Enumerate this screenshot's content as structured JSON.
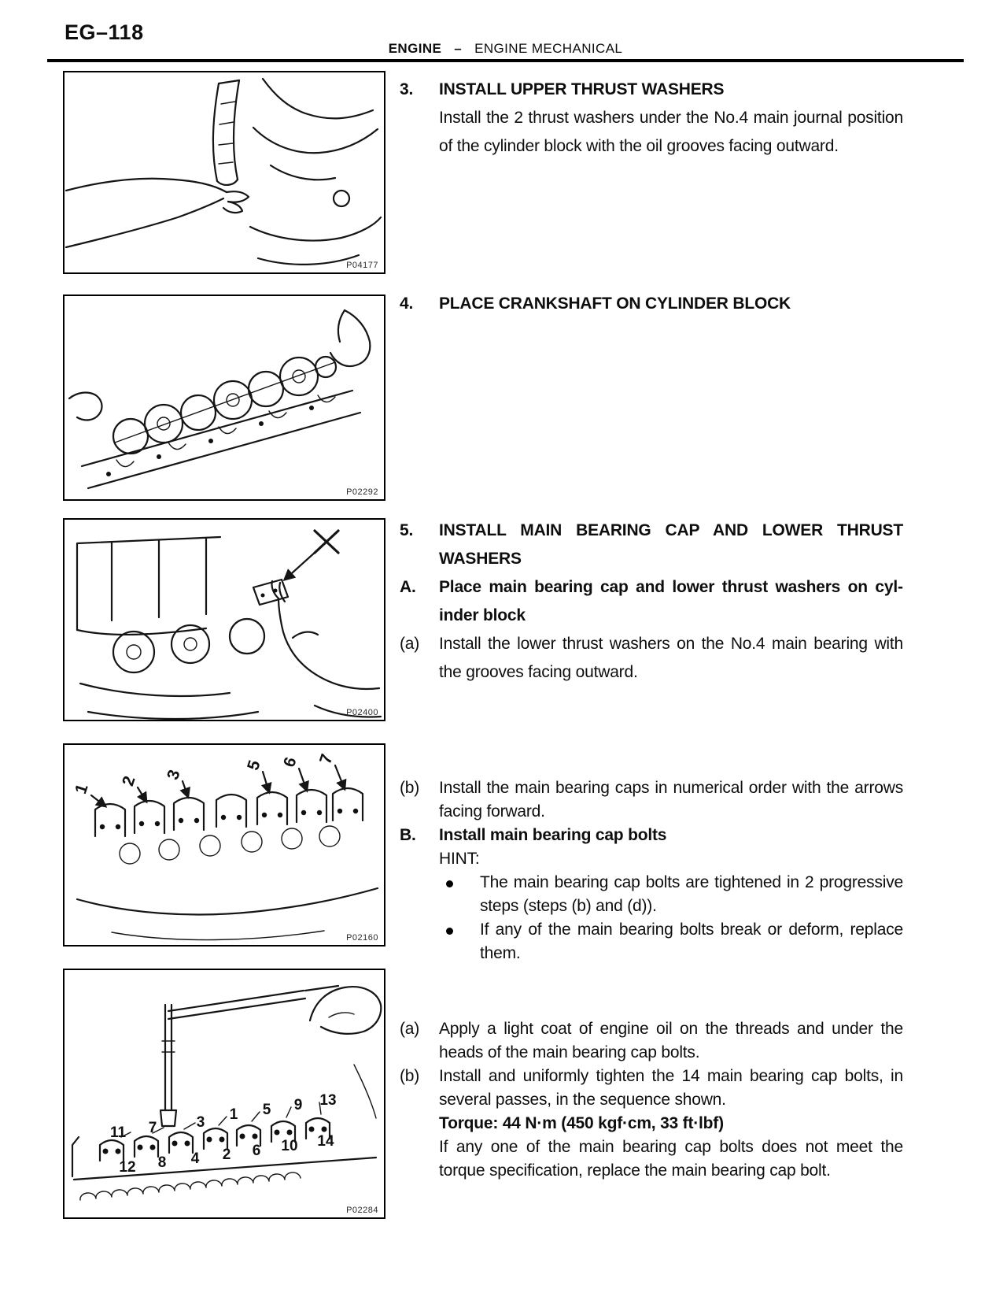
{
  "page": {
    "number": "EG–118",
    "header": {
      "section": "ENGINE",
      "separator": "–",
      "subsection": "ENGINE MECHANICAL"
    }
  },
  "figures": {
    "fig1": {
      "code": "P04177"
    },
    "fig2": {
      "code": "P02292"
    },
    "fig3": {
      "code": "P02400"
    },
    "fig4": {
      "code": "P02160",
      "cap_numbers": [
        "1",
        "2",
        "3",
        "5",
        "6",
        "7"
      ]
    },
    "fig5": {
      "code": "P02284",
      "sequence_top": [
        "11",
        "7",
        "3",
        "1",
        "5",
        "9",
        "13"
      ],
      "sequence_bottom": [
        "12",
        "8",
        "4",
        "2",
        "6",
        "10",
        "14"
      ]
    }
  },
  "content": {
    "step3": {
      "num": "3.",
      "title": "INSTALL UPPER THRUST WASHERS",
      "body": "Install the 2 thrust washers under the No.4 main journal posi­tion of the cylinder block with the oil grooves facing outward."
    },
    "step4": {
      "num": "4.",
      "title": "PLACE CRANKSHAFT ON CYLINDER BLOCK"
    },
    "step5": {
      "num": "5.",
      "title": "INSTALL MAIN BEARING CAP AND LOWER THRUST WASHERS",
      "subA": {
        "num": "A.",
        "title": "Place main bearing cap and lower thrust washers on cyl­inder block"
      },
      "item_a": {
        "num": "(a)",
        "text": "Install the lower thrust washers on the No.4 main bearing with the grooves facing outward."
      },
      "item_b": {
        "num": "(b)",
        "text": "Install the main bearing caps in numerical order with the arrows facing forward."
      },
      "subB": {
        "num": "B.",
        "title": "Install main bearing cap bolts"
      },
      "hint_label": "HINT:",
      "hints": [
        "The main bearing cap bolts are tightened in 2 progressive steps (steps (b) and (d)).",
        "If any of the main bearing bolts break or deform, replace them."
      ],
      "item_a2": {
        "num": "(a)",
        "text": "Apply a light coat of engine oil on the threads and under the heads of the main bearing cap bolts."
      },
      "item_b2": {
        "num": "(b)",
        "text": "Install and uniformly tighten the 14 main bearing cap bolts, in several passes, in the sequence shown."
      },
      "torque": "Torque: 44 N·m (450 kgf·cm, 33 ft·lbf)",
      "note": "If any one of the main bearing cap bolts does not meet the torque specification, replace the main bearing cap bolt."
    }
  }
}
